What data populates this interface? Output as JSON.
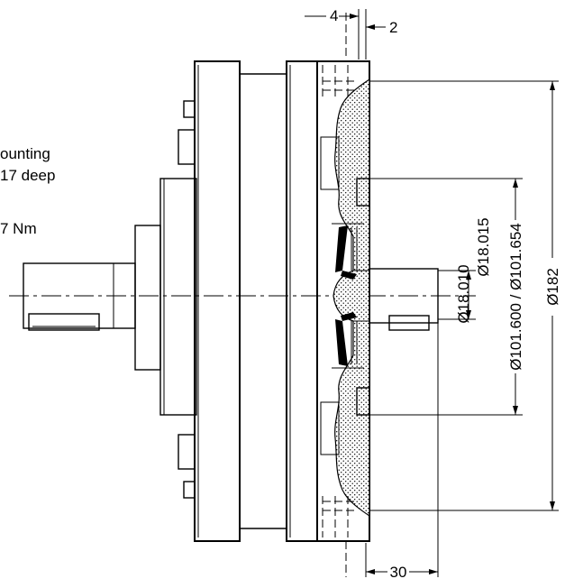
{
  "note_lines": [
    "ounting",
    "17 deep",
    "7 Nm"
  ],
  "dimensions": {
    "top_left": "4",
    "top_right": "2",
    "bore_upper": "Ø18.010",
    "bore_lower": "Ø18.015",
    "pilot": "Ø101.600 / Ø101.654",
    "outer": "Ø182",
    "bottom": "30"
  }
}
